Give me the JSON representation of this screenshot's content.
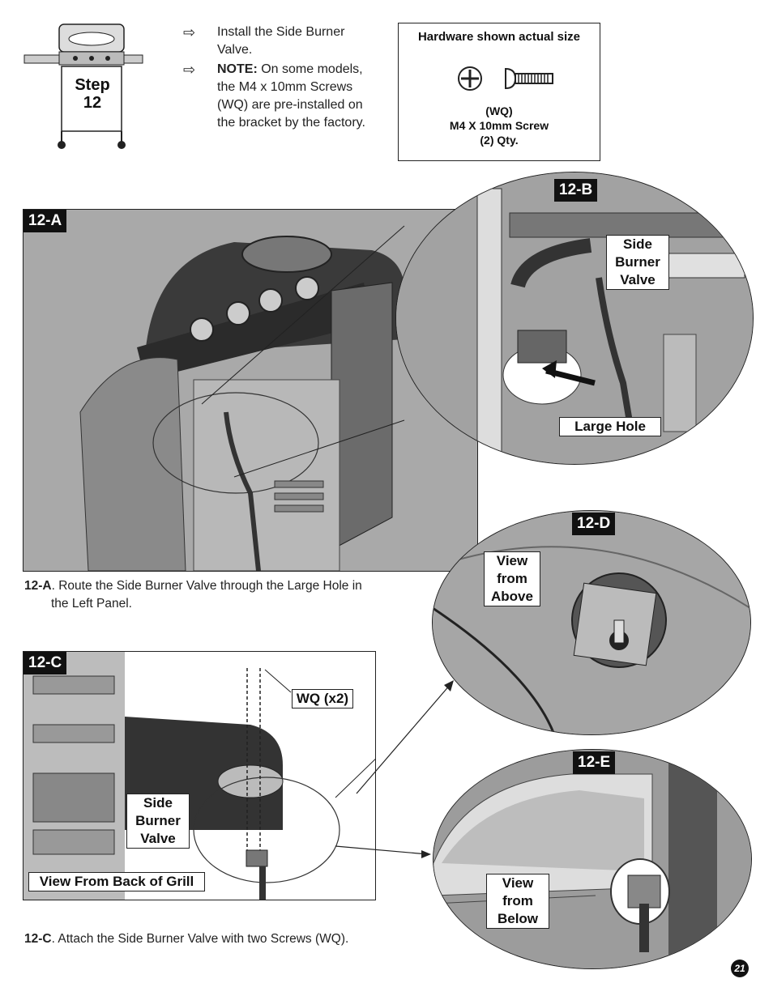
{
  "step": {
    "line1": "Step",
    "line2": "12"
  },
  "instructions": {
    "item1_line1": "Install the Side Burner",
    "item1_line2": "Valve.",
    "note_label": "NOTE:",
    "note_line1": " On some models,",
    "note_line2": "the M4 x 10mm Screws",
    "note_line3": "(WQ) are pre-installed on",
    "note_line4": "the bracket by the factory.",
    "arrow_glyph": "⇨"
  },
  "hardware": {
    "title": "Hardware shown actual size",
    "code": "(WQ)",
    "name": "M4 X 10mm Screw",
    "qty": "(2) Qty."
  },
  "panels": {
    "a": {
      "tag": "12-A"
    },
    "b": {
      "tag": "12-B",
      "callout_valve_1": "Side",
      "callout_valve_2": "Burner",
      "callout_valve_3": "Valve",
      "callout_hole": "Large Hole"
    },
    "c": {
      "tag": "12-C",
      "callout_wq": "WQ (x2)",
      "callout_valve_1": "Side",
      "callout_valve_2": "Burner",
      "callout_valve_3": "Valve",
      "callout_view": "View From Back of Grill"
    },
    "d": {
      "tag": "12-D",
      "view_1": "View",
      "view_2": "from",
      "view_3": "Above"
    },
    "e": {
      "tag": "12-E",
      "view_1": "View",
      "view_2": "from",
      "view_3": "Below"
    }
  },
  "captions": {
    "a_bold": "12-A",
    "a_line1": ". Route the Side Burner Valve through the Large Hole in",
    "a_line2": "the Left Panel.",
    "c_bold": "12-C",
    "c_text": ". Attach the Side Burner Valve with two Screws (WQ)."
  },
  "page_number": "21"
}
